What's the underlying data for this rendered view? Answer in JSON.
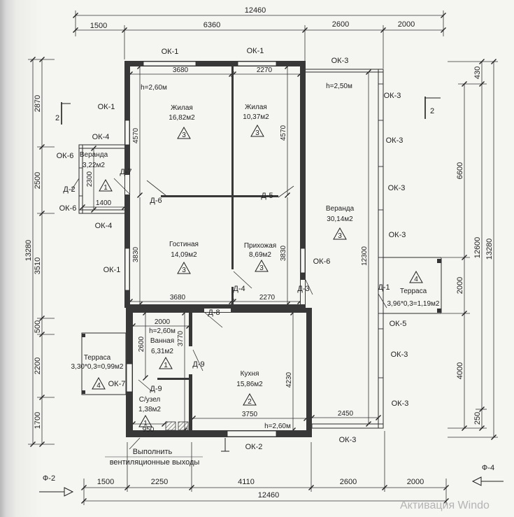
{
  "dims": {
    "top_total": "12460",
    "top": [
      "1500",
      "6360",
      "2600",
      "2000"
    ],
    "bottom_total": "12460",
    "bottom": [
      "1500",
      "2250",
      "4110",
      "2600",
      "2000"
    ],
    "left_total": "13280",
    "left": [
      "2870",
      "2500",
      "3510",
      "500",
      "2200",
      "1700"
    ],
    "right_total": "13280",
    "right_mid": "12600",
    "right_inner": [
      "6600",
      "2000",
      "4000"
    ],
    "right_outer": [
      "430",
      "250"
    ],
    "interior": [
      "3680",
      "2270",
      "3680",
      "2270",
      "4570",
      "4570",
      "3830",
      "3830",
      "2300",
      "1400",
      "12300",
      "2000",
      "2600",
      "3770",
      "4230",
      "3750",
      "2450",
      "950"
    ]
  },
  "windows": [
    "ОК-1",
    "ОК-1",
    "ОК-3",
    "ОК-3",
    "ОК-3",
    "ОК-3",
    "ОК-3",
    "ОК-1",
    "ОК-4",
    "ОК-6",
    "ОК-6",
    "ОК-4",
    "ОК-1",
    "ОК-6",
    "ОК-5",
    "ОК-3",
    "ОК-3",
    "ОК-3",
    "ОК-2",
    "ОК-7"
  ],
  "doors": [
    "Д-7",
    "Д-6",
    "Д-5",
    "Д-2",
    "Д-4",
    "Д-3",
    "Д-8",
    "Д-1",
    "Д-9",
    "Д-9"
  ],
  "heights": [
    "h=2,60м",
    "h=2,50м",
    "h=2,60м",
    "h=2,60м"
  ],
  "rooms": [
    {
      "name": "Жилая",
      "area": "16,82м2",
      "mark": "3"
    },
    {
      "name": "Жилая",
      "area": "10,37м2",
      "mark": "3"
    },
    {
      "name": "Веранда",
      "area": "3,22м2",
      "mark": "1"
    },
    {
      "name": "Веранда",
      "area": "30,14м2",
      "mark": "3"
    },
    {
      "name": "Гостиная",
      "area": "14,09м2",
      "mark": "3"
    },
    {
      "name": "Прихожая",
      "area": "8,69м2",
      "mark": "3"
    },
    {
      "name": "Терраса",
      "area": "3,96*0,3=1,19м2",
      "mark": "4"
    },
    {
      "name": "Ванная",
      "area": "6,31м2",
      "mark": "1"
    },
    {
      "name": "Терраса",
      "area": "3,30*0,3=0,99м2",
      "mark": "4"
    },
    {
      "name": "Кухня",
      "area": "15,86м2",
      "mark": "2"
    },
    {
      "name": "С/узел",
      "area": "1,38м2",
      "mark": "1"
    }
  ],
  "sections": [
    "2",
    "2"
  ],
  "axes": [
    "Ф-2",
    "Ф-4"
  ],
  "note": [
    "Выполнить",
    "вентиляционные выходы"
  ],
  "watermark": "Активация Windo"
}
